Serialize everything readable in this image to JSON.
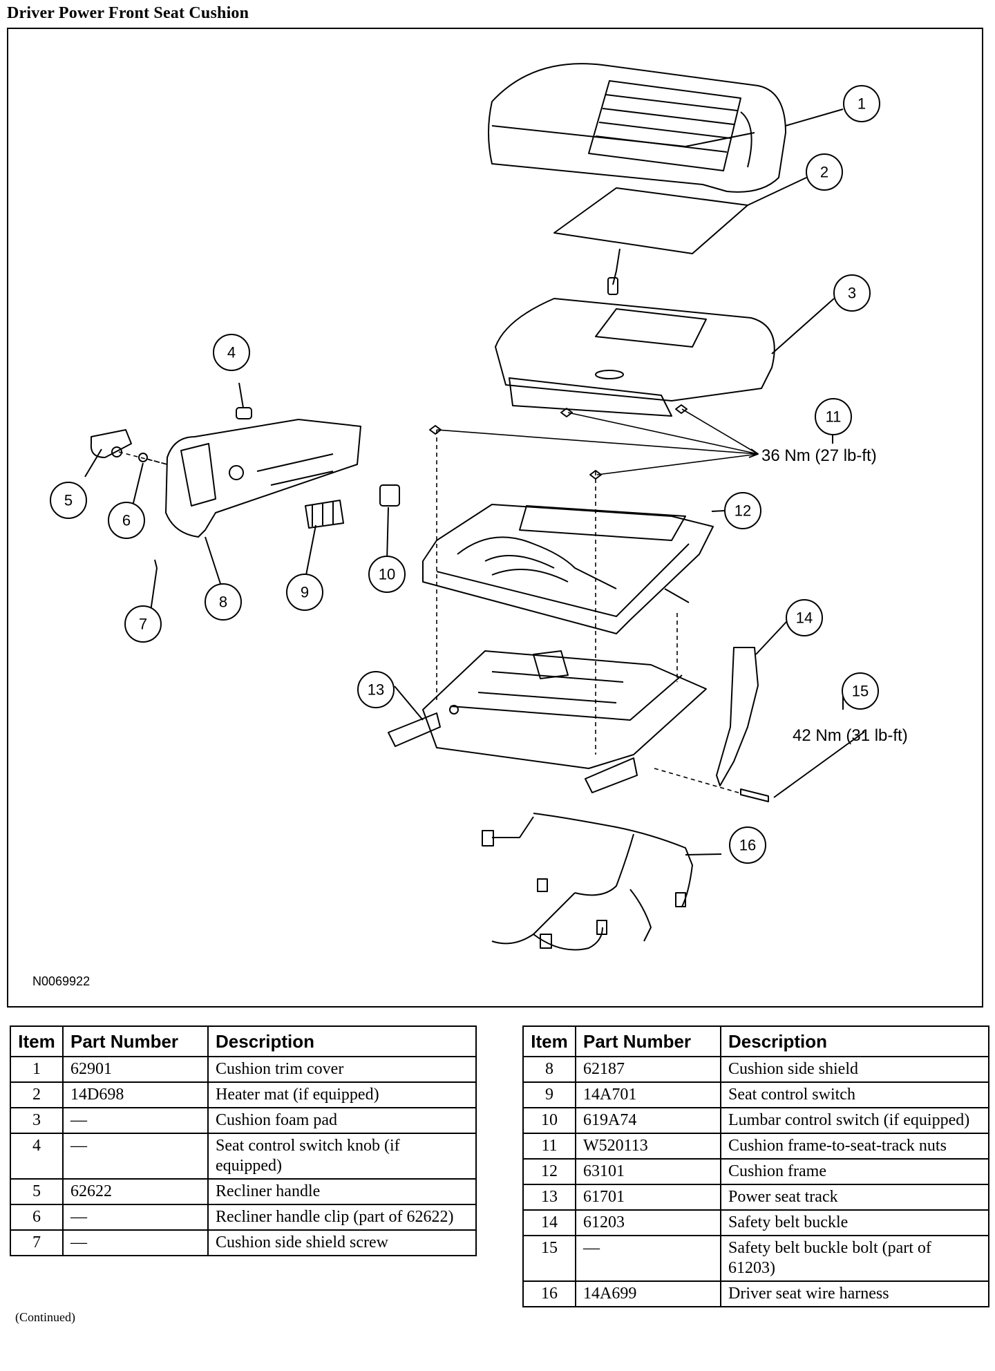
{
  "title": "Driver Power Front Seat Cushion",
  "figure": {
    "id": "N0069922",
    "callouts": [
      "1",
      "2",
      "3",
      "4",
      "5",
      "6",
      "7",
      "8",
      "9",
      "10",
      "11",
      "12",
      "13",
      "14",
      "15",
      "16"
    ],
    "torque_11": "36 Nm (27 lb-ft)",
    "torque_15": "42 Nm (31 lb-ft)"
  },
  "table_headers": {
    "item": "Item",
    "part_number": "Part Number",
    "description": "Description"
  },
  "left_table": [
    {
      "item": "1",
      "part": "62901",
      "desc": "Cushion trim cover"
    },
    {
      "item": "2",
      "part": "14D698",
      "desc": "Heater mat (if equipped)"
    },
    {
      "item": "3",
      "part": "—",
      "desc": "Cushion foam pad"
    },
    {
      "item": "4",
      "part": "—",
      "desc": "Seat control switch knob (if equipped)"
    },
    {
      "item": "5",
      "part": "62622",
      "desc": "Recliner handle"
    },
    {
      "item": "6",
      "part": "—",
      "desc": "Recliner handle clip (part of 62622)"
    },
    {
      "item": "7",
      "part": "—",
      "desc": "Cushion side shield screw"
    }
  ],
  "right_table": [
    {
      "item": "8",
      "part": "62187",
      "desc": "Cushion side shield"
    },
    {
      "item": "9",
      "part": "14A701",
      "desc": "Seat control switch"
    },
    {
      "item": "10",
      "part": "619A74",
      "desc": "Lumbar control switch (if equipped)"
    },
    {
      "item": "11",
      "part": "W520113",
      "desc": "Cushion frame-to-seat-track nuts"
    },
    {
      "item": "12",
      "part": "63101",
      "desc": "Cushion frame"
    },
    {
      "item": "13",
      "part": "61701",
      "desc": "Power seat track"
    },
    {
      "item": "14",
      "part": "61203",
      "desc": "Safety belt buckle"
    },
    {
      "item": "15",
      "part": "—",
      "desc": "Safety belt buckle bolt (part of 61203)"
    },
    {
      "item": "16",
      "part": "14A699",
      "desc": "Driver seat wire harness"
    }
  ],
  "continued": "(Continued)"
}
